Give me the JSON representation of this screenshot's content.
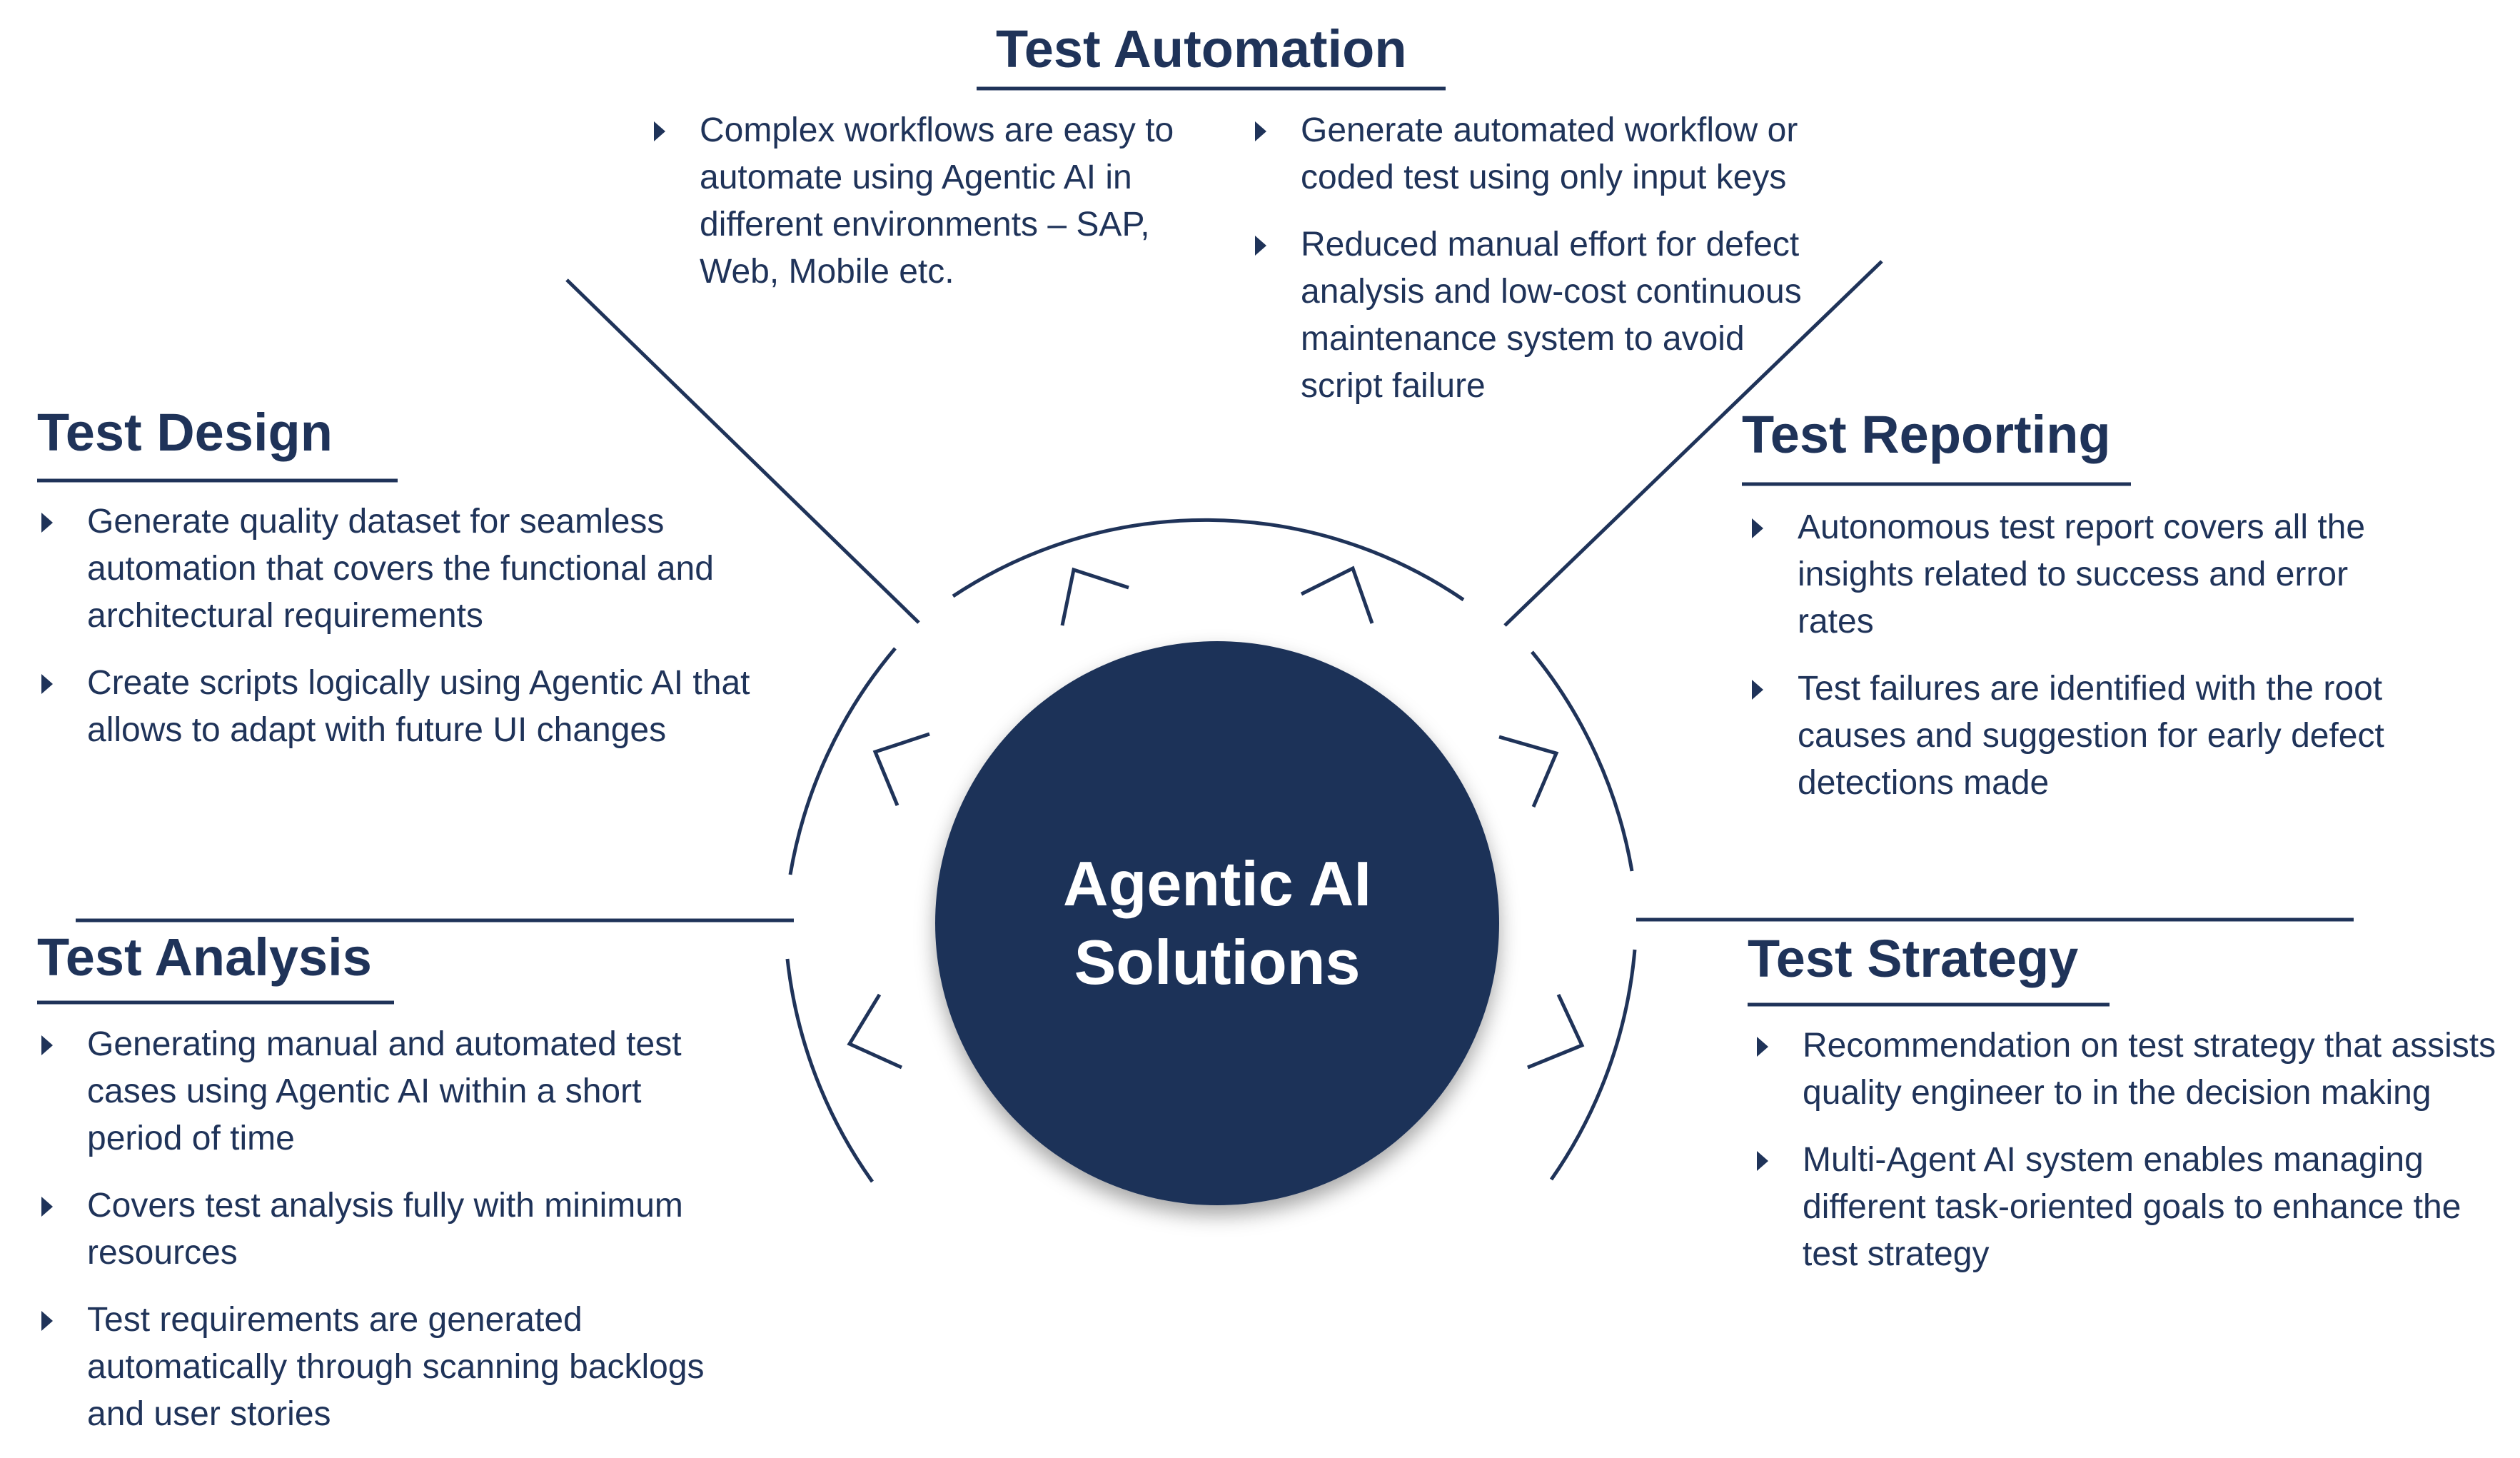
{
  "center": {
    "title": "Agentic AI Solutions"
  },
  "sections": {
    "test_automation": {
      "title": "Test Automation",
      "bullets_left": [
        "Complex workflows are easy to automate using Agentic AI in different environments – SAP, Web, Mobile etc."
      ],
      "bullets_right": [
        "Generate automated workflow or coded test using only input keys",
        "Reduced manual effort for defect analysis and low-cost continuous maintenance system to avoid script failure"
      ]
    },
    "test_design": {
      "title": "Test Design",
      "bullets": [
        "Generate quality dataset for seamless automation that covers the functional and architectural requirements",
        "Create scripts logically using Agentic AI that allows to adapt with future UI changes"
      ]
    },
    "test_reporting": {
      "title": "Test Reporting",
      "bullets": [
        "Autonomous test report covers all the insights related to success and error rates",
        "Test failures are identified with the root causes and suggestion for early defect detections made"
      ]
    },
    "test_analysis": {
      "title": "Test Analysis",
      "bullets": [
        "Generating manual and automated test cases using Agentic AI within a short period of time",
        "Covers test analysis fully with minimum resources",
        "Test requirements are generated automatically through scanning backlogs and user stories"
      ]
    },
    "test_strategy": {
      "title": "Test Strategy",
      "bullets": [
        "Recommendation on test strategy that assists quality engineer to in the decision making",
        "Multi-Agent AI system enables managing different task-oriented goals to enhance the test strategy"
      ]
    }
  },
  "colors": {
    "primary": "#1f3359",
    "circle_fill": "#1f3359",
    "background": "#ffffff",
    "text_on_circle": "#ffffff"
  }
}
